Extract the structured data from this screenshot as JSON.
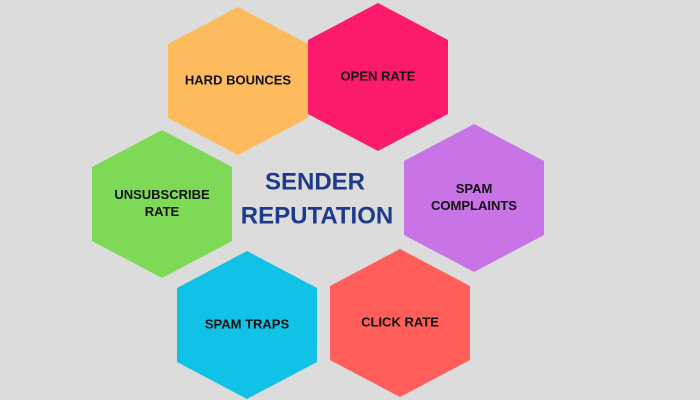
{
  "center": {
    "lines": [
      "SENDER",
      "REPUTATION"
    ],
    "color": "#1f3a8a"
  },
  "hexagons": [
    {
      "id": "hard-bounces",
      "lines": [
        "HARD BOUNCES"
      ],
      "color": "#fdbb5e"
    },
    {
      "id": "open-rate",
      "lines": [
        "OPEN RATE"
      ],
      "color": "#fb1a6b"
    },
    {
      "id": "spam-complaints",
      "lines": [
        "SPAM",
        "COMPLAINTS"
      ],
      "color": "#c873e6"
    },
    {
      "id": "click-rate",
      "lines": [
        "CLICK RATE"
      ],
      "color": "#ff5e5a"
    },
    {
      "id": "spam-traps",
      "lines": [
        "SPAM TRAPS"
      ],
      "color": "#10c2e6"
    },
    {
      "id": "unsubscribe-rate",
      "lines": [
        "UNSUBSCRIBE",
        "RATE"
      ],
      "color": "#7ed957"
    }
  ],
  "background": "#dcdcdc"
}
